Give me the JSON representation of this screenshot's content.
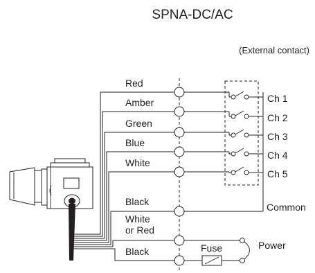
{
  "title": "SPNA-DC/AC",
  "subtitle": "(External contact)",
  "wires": [
    {
      "label": "Red"
    },
    {
      "label": "Amber"
    },
    {
      "label": "Green"
    },
    {
      "label": "Blue"
    },
    {
      "label": "White"
    }
  ],
  "channels": [
    "Ch 1",
    "Ch 2",
    "Ch 3",
    "Ch 4",
    "Ch 5"
  ],
  "common": {
    "wire_label": "Black",
    "label": "Common"
  },
  "power": {
    "wire1_label_line1": "White",
    "wire1_label_line2": "or Red",
    "wire2_label": "Black",
    "fuse_label": "Fuse",
    "label": "Power"
  }
}
